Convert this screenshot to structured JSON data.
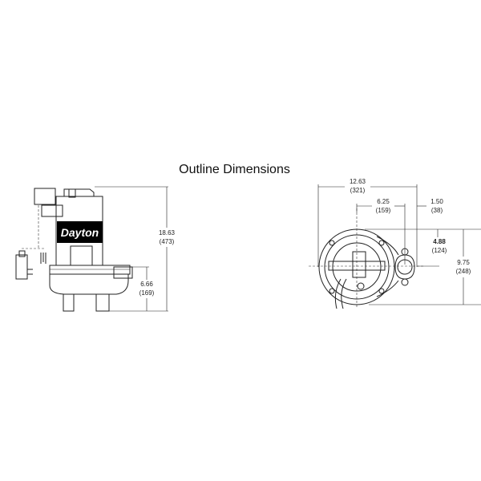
{
  "title": "Outline Dimensions",
  "brand_label": "Dayton",
  "side_view": {
    "height_overall": {
      "in": "18.63",
      "mm": "(473)"
    },
    "height_discharge": {
      "in": "6.66",
      "mm": "(169)"
    }
  },
  "top_view": {
    "width_overall": {
      "in": "12.63",
      "mm": "(321)"
    },
    "center_to_discharge": {
      "in": "6.25",
      "mm": "(159)"
    },
    "discharge_offset": {
      "in": "1.50",
      "mm": "(38)"
    },
    "discharge_depth": {
      "in": "4.88",
      "mm": "(124)"
    },
    "depth_overall": {
      "in": "9.75",
      "mm": "(248)"
    }
  }
}
